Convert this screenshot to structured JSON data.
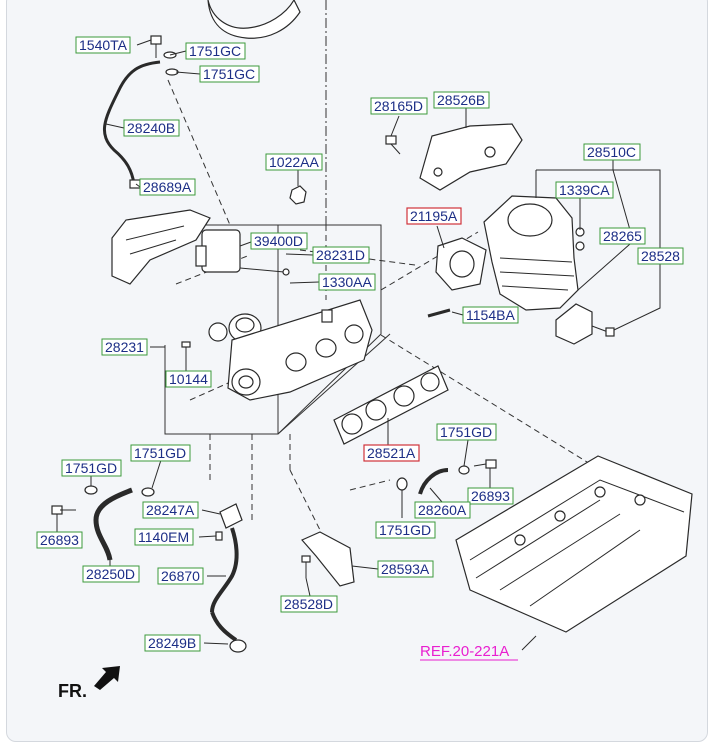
{
  "labels": [
    {
      "id": "l1540TA",
      "text": "1540TA",
      "box": "green"
    },
    {
      "id": "l1751GC_a",
      "text": "1751GC",
      "box": "green"
    },
    {
      "id": "l1751GC_b",
      "text": "1751GC",
      "box": "green"
    },
    {
      "id": "l28240B",
      "text": "28240B",
      "box": "green"
    },
    {
      "id": "l28689A",
      "text": "28689A",
      "box": "green"
    },
    {
      "id": "l1022AA",
      "text": "1022AA",
      "box": "green"
    },
    {
      "id": "l28165D",
      "text": "28165D",
      "box": "green"
    },
    {
      "id": "l28526B",
      "text": "28526B",
      "box": "green"
    },
    {
      "id": "l28510C",
      "text": "28510C",
      "box": "green"
    },
    {
      "id": "l1339CA",
      "text": "1339CA",
      "box": "green"
    },
    {
      "id": "l21195A",
      "text": "21195A",
      "box": "red"
    },
    {
      "id": "l28265",
      "text": "28265",
      "box": "green"
    },
    {
      "id": "l28528_a",
      "text": "28528",
      "box": "green"
    },
    {
      "id": "l39400D",
      "text": "39400D",
      "box": "green"
    },
    {
      "id": "l28231D",
      "text": "28231D",
      "box": "green"
    },
    {
      "id": "l1330AA",
      "text": "1330AA",
      "box": "green"
    },
    {
      "id": "l1154BA",
      "text": "1154BA",
      "box": "green"
    },
    {
      "id": "l28231",
      "text": "28231",
      "box": "green"
    },
    {
      "id": "l10144",
      "text": "10144",
      "box": "green"
    },
    {
      "id": "l28521A",
      "text": "28521A",
      "box": "red"
    },
    {
      "id": "l1751GD_r",
      "text": "1751GD",
      "box": "green"
    },
    {
      "id": "l1751GD_l",
      "text": "1751GD",
      "box": "green"
    },
    {
      "id": "l1751GD_m",
      "text": "1751GD",
      "box": "green"
    },
    {
      "id": "l26893_r",
      "text": "26893",
      "box": "green"
    },
    {
      "id": "l28247A",
      "text": "28247A",
      "box": "green"
    },
    {
      "id": "l28260A",
      "text": "28260A",
      "box": "green"
    },
    {
      "id": "l1751GD_b",
      "text": "1751GD",
      "box": "green"
    },
    {
      "id": "l26893_l",
      "text": "26893",
      "box": "green"
    },
    {
      "id": "l1140EM",
      "text": "1140EM",
      "box": "green"
    },
    {
      "id": "l28250D",
      "text": "28250D",
      "box": "green"
    },
    {
      "id": "l26870",
      "text": "26870",
      "box": "green"
    },
    {
      "id": "l28593A",
      "text": "28593A",
      "box": "green"
    },
    {
      "id": "l28528D",
      "text": "28528D",
      "box": "green"
    },
    {
      "id": "l28249B",
      "text": "28249B",
      "box": "green"
    }
  ],
  "reference": "REF.20-221A",
  "direction": "FR.",
  "colors": {
    "label_text": "#1c2e86",
    "box_green": "#3b9a3b",
    "box_red": "#d0323a",
    "ref_text": "#e91fd0"
  }
}
